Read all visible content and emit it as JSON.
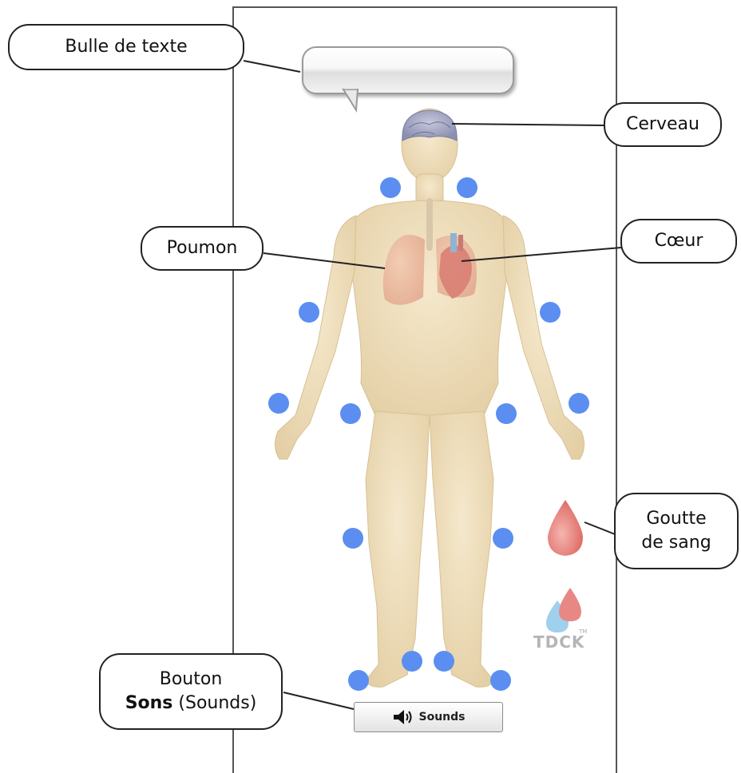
{
  "labels": {
    "speech_bubble": "Bulle de texte",
    "brain": "Cerveau",
    "lung": "Poumon",
    "heart": "Cœur",
    "blood_drop_line1": "Goutte",
    "blood_drop_line2": "de sang",
    "sounds_button_line1": "Bouton",
    "sounds_button_bold": "Sons",
    "sounds_button_rest": " (Sounds)"
  },
  "app": {
    "sounds_button_label": "Sounds",
    "logo_text": "TDCK",
    "logo_tm": "TM"
  },
  "icons": {
    "speaker": "speaker-icon",
    "blood_drop": "blood-drop-icon",
    "logo_drops": "logo-drops-icon"
  },
  "colors": {
    "dot": "#5b8ef0",
    "blood": "#e06a6a",
    "skin": "#ecdcb8"
  }
}
